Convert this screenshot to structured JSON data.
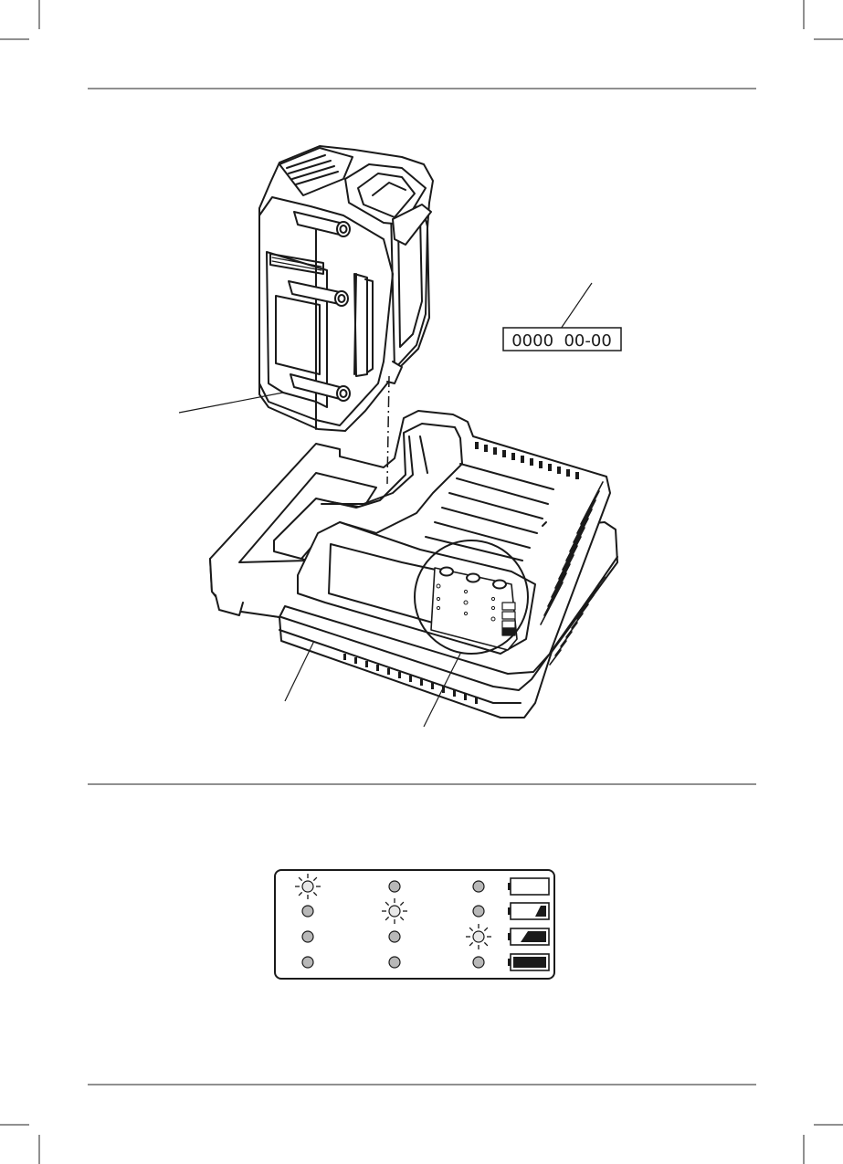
{
  "figure": {
    "part_number_label": "0000  00-00"
  },
  "led_panel": {
    "rows": [
      {
        "lit": [
          true,
          false,
          false
        ],
        "battery_level": 0
      },
      {
        "lit": [
          false,
          true,
          false
        ],
        "battery_level": 1
      },
      {
        "lit": [
          false,
          false,
          true
        ],
        "battery_level": 2
      },
      {
        "lit": [
          false,
          false,
          false
        ],
        "battery_level": 3
      }
    ]
  }
}
